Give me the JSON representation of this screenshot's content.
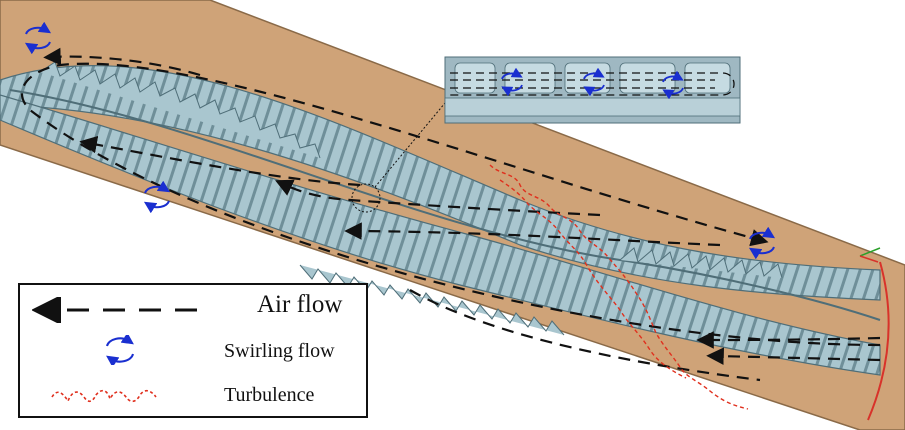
{
  "legend": {
    "items": [
      {
        "label": "Air flow",
        "symbol": "dashed-arrow",
        "color": "#111111"
      },
      {
        "label": "Swirling flow",
        "symbol": "swirl-arrows",
        "color": "#1a2fd0"
      },
      {
        "label": "Turbulence",
        "symbol": "turbulence-squiggle",
        "color": "#e0301e"
      }
    ]
  },
  "colors": {
    "pipe": "#cfa378",
    "pipe_edge": "#8a6a48",
    "fin": "#a9c6cf",
    "fin_edge": "#4f6e78",
    "air_flow": "#111111",
    "swirl": "#1a2fd0",
    "turbulence": "#e0301e"
  }
}
